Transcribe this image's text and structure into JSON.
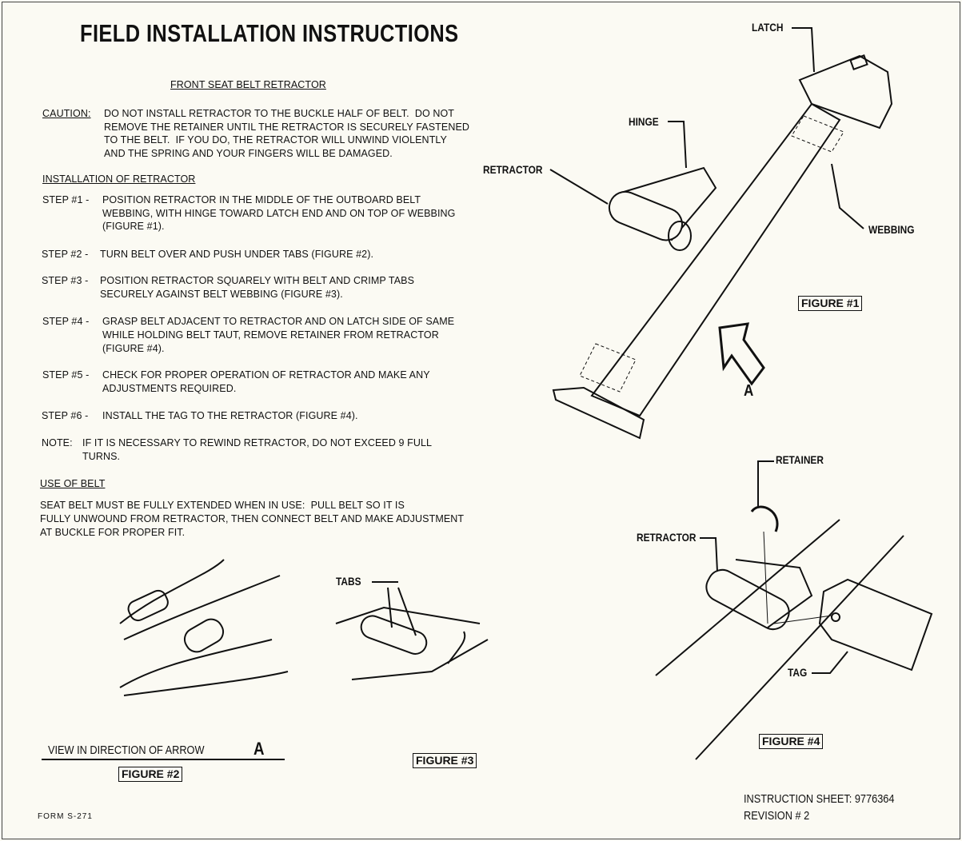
{
  "title": "FIELD INSTALLATION INSTRUCTIONS",
  "subtitle": "FRONT SEAT BELT RETRACTOR",
  "caution": {
    "label": "CAUTION:",
    "lines": [
      "DO NOT INSTALL RETRACTOR TO THE BUCKLE HALF OF BELT.  DO NOT",
      "REMOVE THE RETAINER UNTIL THE RETRACTOR IS SECURELY FASTENED",
      "TO THE BELT.  IF YOU DO, THE RETRACTOR WILL UNWIND VIOLENTLY",
      "AND THE SPRING AND YOUR FINGERS WILL BE DAMAGED."
    ]
  },
  "installation_heading": "INSTALLATION OF RETRACTOR",
  "steps": [
    {
      "label": "STEP #1 -",
      "lines": [
        "POSITION RETRACTOR IN THE MIDDLE OF THE OUTBOARD BELT",
        "WEBBING, WITH HINGE TOWARD LATCH END AND ON TOP OF WEBBING",
        "(FIGURE #1)."
      ]
    },
    {
      "label": "STEP #2 -",
      "lines": [
        "TURN BELT OVER AND PUSH UNDER TABS (FIGURE #2)."
      ]
    },
    {
      "label": "STEP #3 -",
      "lines": [
        "POSITION RETRACTOR SQUARELY WITH BELT AND CRIMP TABS",
        "SECURELY AGAINST BELT WEBBING (FIGURE #3)."
      ]
    },
    {
      "label": "STEP #4 -",
      "lines": [
        "GRASP BELT ADJACENT TO RETRACTOR AND ON LATCH SIDE OF SAME",
        "WHILE HOLDING BELT TAUT, REMOVE RETAINER FROM RETRACTOR",
        "(FIGURE #4)."
      ]
    },
    {
      "label": "STEP #5 -",
      "lines": [
        "CHECK FOR PROPER OPERATION OF RETRACTOR AND MAKE ANY",
        "ADJUSTMENTS REQUIRED."
      ]
    },
    {
      "label": "STEP #6 -",
      "lines": [
        "INSTALL THE TAG TO THE RETRACTOR (FIGURE #4)."
      ]
    }
  ],
  "note": {
    "label": "NOTE:",
    "lines": [
      "IF IT IS NECESSARY TO REWIND RETRACTOR, DO NOT EXCEED 9 FULL",
      "TURNS."
    ]
  },
  "use_heading": "USE OF BELT",
  "use_lines": [
    "SEAT BELT MUST BE FULLY EXTENDED WHEN IN USE:  PULL BELT SO IT IS",
    "FULLY UNWOUND FROM RETRACTOR, THEN CONNECT BELT AND MAKE ADJUSTMENT",
    "AT BUCKLE FOR PROPER FIT."
  ],
  "figure1": {
    "caption": "FIGURE #1",
    "latch": "LATCH",
    "hinge": "HINGE",
    "retractor": "RETRACTOR",
    "webbing": "WEBBING",
    "arrow": "A"
  },
  "figure2": {
    "view": "VIEW IN DIRECTION OF ARROW",
    "arrow": "A",
    "caption": "FIGURE #2"
  },
  "figure3": {
    "tabs": "TABS",
    "caption": "FIGURE #3"
  },
  "figure4": {
    "retainer": "RETAINER",
    "retractor": "RETRACTOR",
    "tag": "TAG",
    "caption": "FIGURE #4"
  },
  "form": "FORM S-271",
  "sheet": "INSTRUCTION SHEET: 9776364",
  "revision": "REVISION # 2"
}
